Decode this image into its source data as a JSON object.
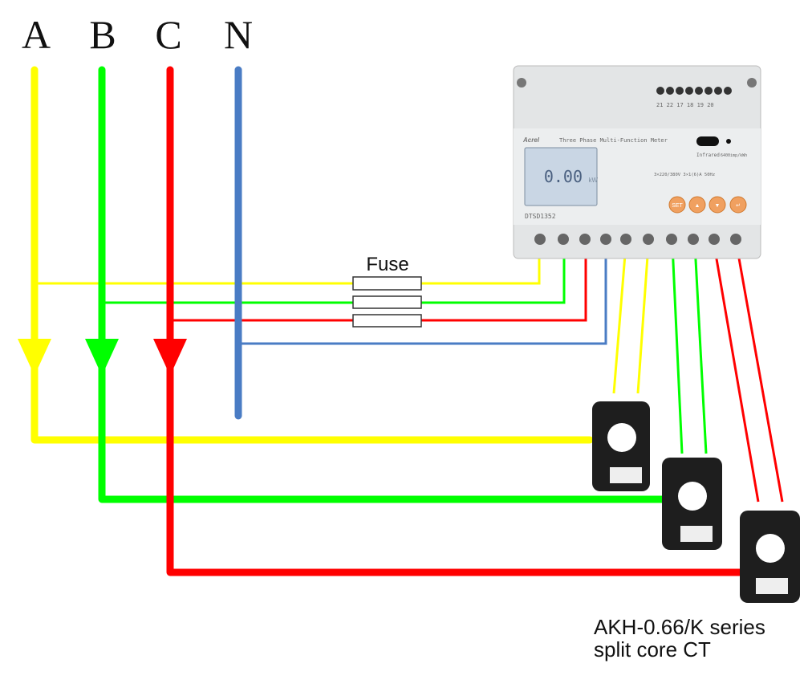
{
  "phases": [
    {
      "label": "A",
      "color": "#ffff00"
    },
    {
      "label": "B",
      "color": "#00ff00"
    },
    {
      "label": "C",
      "color": "#ff0000"
    },
    {
      "label": "N",
      "color": "#4a7cc4"
    }
  ],
  "fuse_label": "Fuse",
  "meter": {
    "brand": "Acrel",
    "title": "Three Phase Multi-Function Meter",
    "model": "DTSD1352",
    "display": "0.00",
    "display_unit": "kW",
    "infrared": "Infrared",
    "pulse": "6400imp/kWh",
    "rating": "3×220/380V 3×1(6)A 50Hz",
    "top_terminals": "21 22 17 18 19 20",
    "buttons": [
      "SET",
      "▲",
      "▼",
      "↵"
    ]
  },
  "ct": {
    "line1": "AKH-0.66/K  series",
    "line2": "split core CT"
  }
}
